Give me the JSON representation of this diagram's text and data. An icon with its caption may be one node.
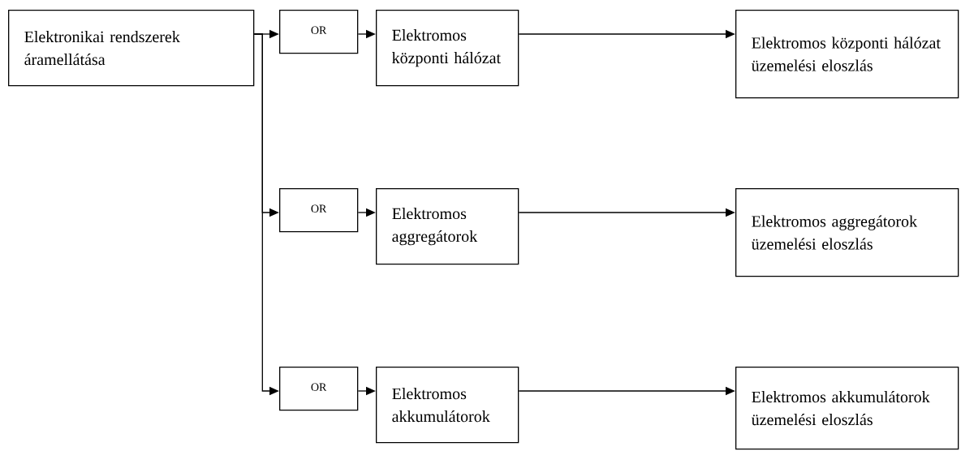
{
  "diagram": {
    "nodes": [
      {
        "text": [
          "Elektronikai rendszerek áramellátása"
        ]
      },
      {
        "text": [
          "OR"
        ]
      },
      {
        "text": [
          "Elektromos központi hálózat"
        ]
      },
      {
        "text": [
          "Elektromos központi hálózat üzemelési eloszlás"
        ]
      },
      {
        "text": [
          "OR"
        ]
      },
      {
        "text": [
          "Elektromos aggregátorok"
        ]
      },
      {
        "text": [
          "Elektromos aggregátorok üzemelési eloszlás"
        ]
      },
      {
        "text": [
          "OR"
        ]
      },
      {
        "text": [
          "Elektromos akkumulátorok"
        ]
      },
      {
        "text": [
          "Elektromos akkumulátorok üzemelési eloszlás"
        ]
      }
    ],
    "edges": [
      {
        "from": 0,
        "to": 1,
        "arrow": "to"
      },
      {
        "from": 0,
        "to": 4,
        "arrow": "to"
      },
      {
        "from": 0,
        "to": 7,
        "arrow": "to"
      },
      {
        "from": 1,
        "to": 2,
        "arrow": "to"
      },
      {
        "from": 2,
        "to": 3,
        "arrow": "to"
      },
      {
        "from": 4,
        "to": 5,
        "arrow": "to"
      },
      {
        "from": 5,
        "to": 6,
        "arrow": "to"
      },
      {
        "from": 7,
        "to": 8,
        "arrow": "to"
      },
      {
        "from": 8,
        "to": 9,
        "arrow": "to"
      }
    ]
  }
}
